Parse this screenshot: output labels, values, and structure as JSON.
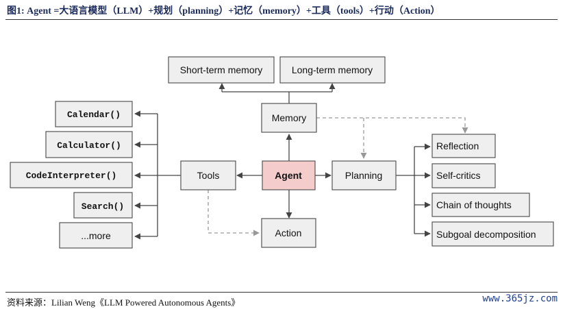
{
  "header": {
    "title": "图1:  Agent =大语言模型（LLM）+规划（planning）+记忆（memory）+工具（tools）+行动（Action）"
  },
  "diagram": {
    "agent": "Agent",
    "memory": "Memory",
    "short_term_memory": "Short-term memory",
    "long_term_memory": "Long-term memory",
    "tools": "Tools",
    "planning": "Planning",
    "action": "Action",
    "tool_items": [
      "Calendar()",
      "Calculator()",
      "CodeInterpreter()",
      "Search()",
      "...more"
    ],
    "planning_items": [
      "Reflection",
      "Self-critics",
      "Chain of thoughts",
      "Subgoal decomposition"
    ]
  },
  "footer": {
    "source": "资料来源：Lilian Weng《LLM Powered Autonomous Agents》",
    "watermark": "www.365jz.com"
  },
  "colors": {
    "agent_fill": "#f4cccc",
    "box_fill": "#efefef",
    "title_color": "#1a2a5a",
    "watermark_color": "#1e3d8f"
  }
}
